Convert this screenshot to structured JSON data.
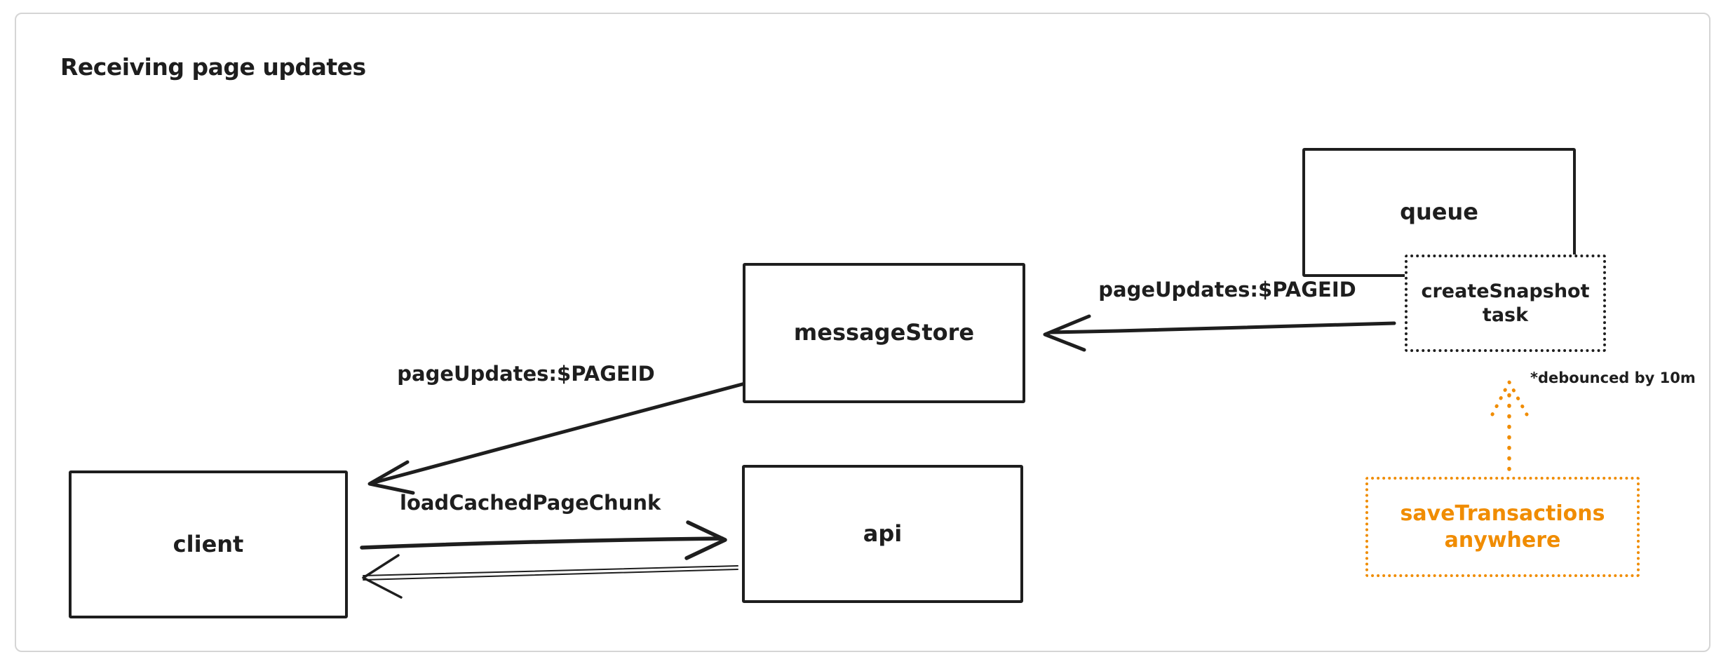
{
  "page": {
    "background_color": "#ffffff",
    "frame_border_color": "#d5d5d5"
  },
  "diagram": {
    "title": "Receiving page updates",
    "stroke_color": "#1e1e1e",
    "accent_orange": "#f08c00",
    "nodes": {
      "queue": {
        "label": "queue",
        "style": "solid"
      },
      "create_snapshot_task": {
        "line1": "createSnapshot",
        "line2": "task",
        "style": "dotted"
      },
      "message_store": {
        "label": "messageStore",
        "style": "solid"
      },
      "client": {
        "label": "client",
        "style": "solid"
      },
      "api": {
        "label": "api",
        "style": "solid"
      },
      "save_transactions": {
        "line1": "saveTransactions",
        "line2": "anywhere",
        "style": "dotted",
        "color": "#f08c00"
      }
    },
    "edges": {
      "queue_to_message_store": {
        "label": "pageUpdates:$PAGEID"
      },
      "message_store_to_client": {
        "label": "pageUpdates:$PAGEID"
      },
      "client_to_api": {
        "label": "loadCachedPageChunk"
      },
      "api_to_client_return": {
        "label": ""
      },
      "save_transactions_to_create_snapshot": {
        "label": "",
        "style": "dotted-orange"
      }
    },
    "note": {
      "text": "*debounced by 10m"
    }
  }
}
